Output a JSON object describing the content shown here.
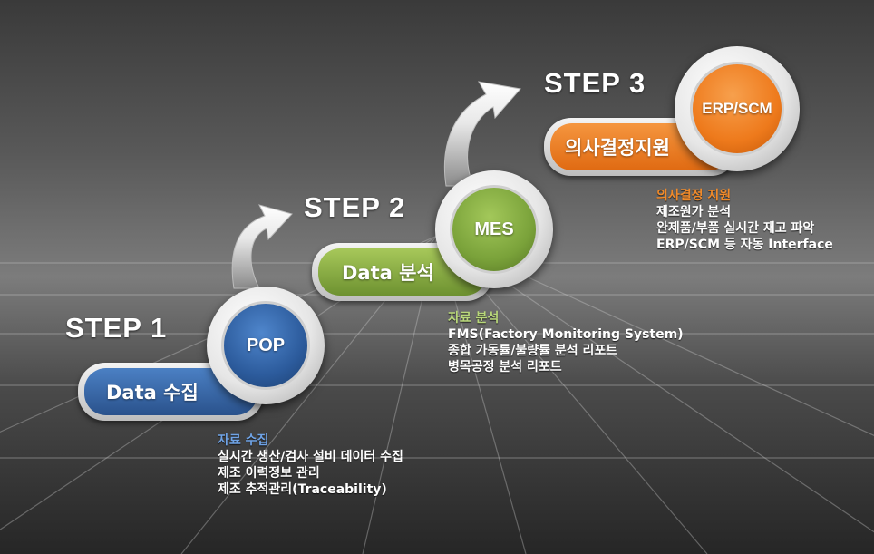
{
  "colors": {
    "step1": "#2e5c9a",
    "step2": "#7fa53a",
    "step3": "#ef7a1a",
    "heading1": "#6fa3e6",
    "heading2": "#b9d87a",
    "heading3": "#f08a2a"
  },
  "steps": [
    {
      "title": "STEP 1",
      "pill": "Data 수집",
      "circle": "POP",
      "heading": "자료 수집",
      "lines": [
        "실시간 생산/검사 설비 데이터 수집",
        "제조 이력정보 관리",
        "제조 추적관리(Traceability)"
      ]
    },
    {
      "title": "STEP 2",
      "pill": "Data 분석",
      "circle": "MES",
      "heading": "자료 분석",
      "lines": [
        "FMS(Factory Monitoring System)",
        "종합 가동률/불량률 분석 리포트",
        "병목공정 분석 리포트"
      ]
    },
    {
      "title": "STEP 3",
      "pill": "의사결정지원",
      "circle": "ERP/SCM",
      "heading": "의사결정 지원",
      "lines": [
        "제조원가 분석",
        "완제품/부품 실시간 재고 파악",
        "ERP/SCM 등 자동 Interface"
      ]
    }
  ]
}
